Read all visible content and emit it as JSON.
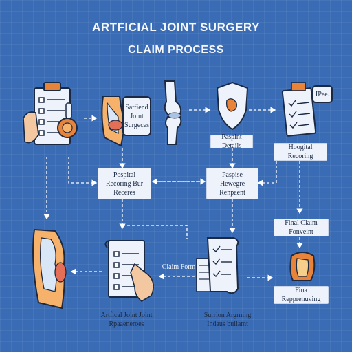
{
  "title": {
    "line1": "ARTFICIAL JOINT SURGERY",
    "line2": "CLAIM PROCESS"
  },
  "boxes": {
    "speech_satfiend": "Satfiend Joint Surgeces",
    "passpint_details": "Paspint Details",
    "hospital_recoring_right": "Hoogital Recoring",
    "pospital_recoring": "Pospital Recoring Bur Receres",
    "passise_hewegre": "Paspise Hewegre Renpaent",
    "final_claim": "Final Claim Fonveint",
    "fina_repprenuving": "Fina Repprenuving",
    "ipee": "IPee."
  },
  "labels": {
    "claim_form": "Claim Form",
    "artifical_joint": "Artfical Joint Joint Rpaaeneroes",
    "surrion_argrning": "Surrion Argrning Indaus bullamt"
  },
  "colors": {
    "background": "#3a6bb5",
    "box_fill": "#eef3fb",
    "accent_orange": "#e8833a",
    "arrow": "#ffffff"
  },
  "icons": [
    "clipboard-hand-icon",
    "knee-joint-icon",
    "knee-bone-icon",
    "shield-icon",
    "document-check-icon",
    "form-hand-icon",
    "document-scroll-icon",
    "knee-implant-icon",
    "knee-cutaway-icon"
  ]
}
